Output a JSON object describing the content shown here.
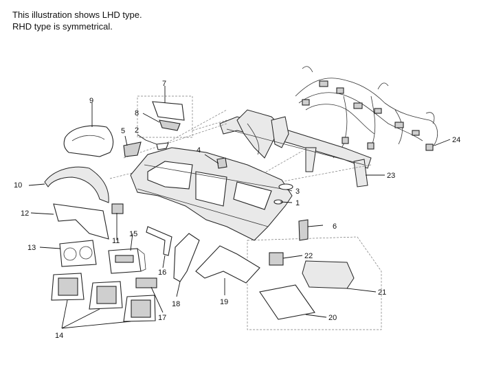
{
  "notes": {
    "line1": "This illustration shows LHD type.",
    "line2": "RHD type is symmetrical."
  },
  "callouts": {
    "c1": "1",
    "c2": "2",
    "c3": "3",
    "c4": "4",
    "c5": "5",
    "c6": "6",
    "c7": "7",
    "c8": "8",
    "c9": "9",
    "c10": "10",
    "c11": "11",
    "c12": "12",
    "c13": "13",
    "c14": "14",
    "c15": "15",
    "c16": "16",
    "c17": "17",
    "c18": "18",
    "c19": "19",
    "c20": "20",
    "c21": "21",
    "c22": "22",
    "c23": "23",
    "c24": "24"
  }
}
